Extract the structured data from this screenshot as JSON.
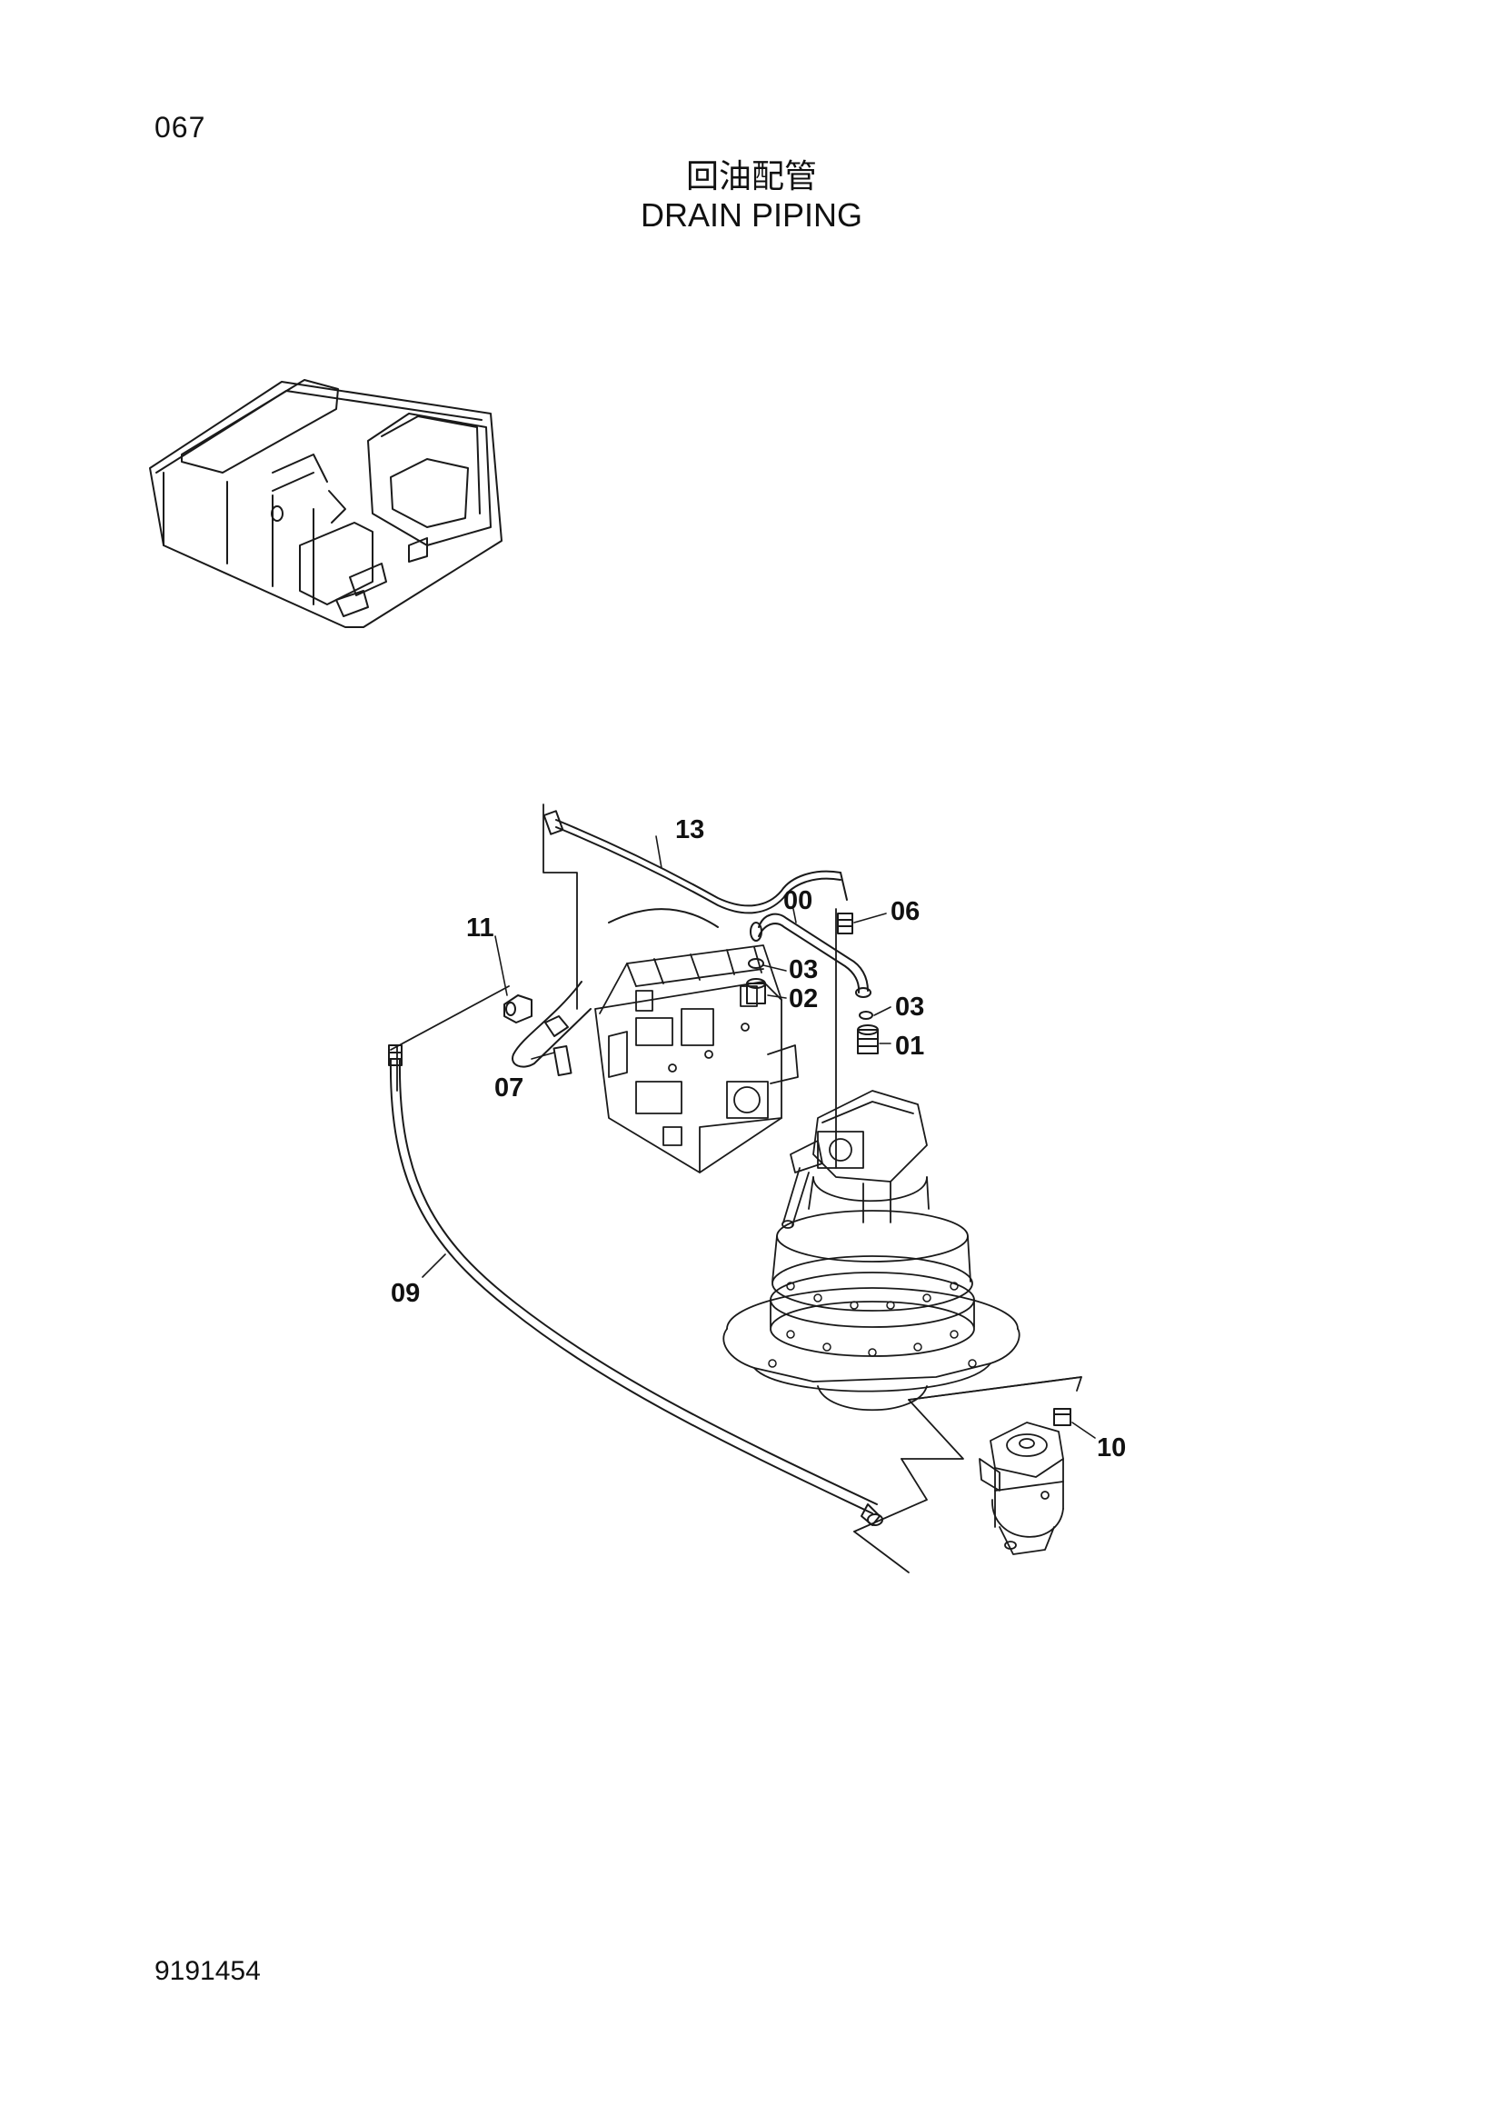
{
  "page": {
    "page_number": "067",
    "title_cn": "回油配管",
    "title_en": "DRAIN PIPING",
    "document_code": "9191454"
  },
  "diagram": {
    "callouts": [
      "00",
      "01",
      "02",
      "03",
      "03",
      "06",
      "07",
      "09",
      "10",
      "11",
      "13"
    ]
  }
}
